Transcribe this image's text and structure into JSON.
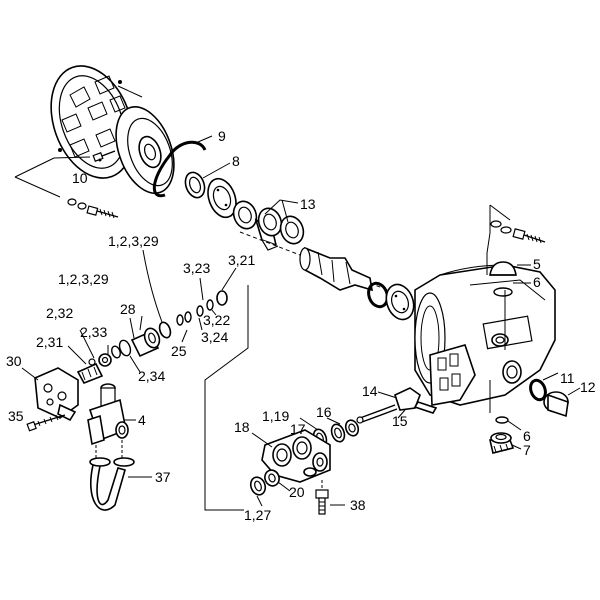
{
  "diagram": {
    "callouts": {
      "c9": "9",
      "c8": "8",
      "c10": "10",
      "c13": "13",
      "c1_2_3_29a": "1,2,3,29",
      "c3_23": "3,23",
      "c3_21": "3,21",
      "c1_2_3_29b": "1,2,3,29",
      "c28": "28",
      "c2_32": "2,32",
      "c2_33": "2,33",
      "c2_31": "2,31",
      "c3_22": "3,22",
      "c25": "25",
      "c3_24": "3,24",
      "c2_34": "2,34",
      "c30": "30",
      "c5": "5",
      "c6a": "6",
      "c35": "35",
      "c4": "4",
      "c14": "14",
      "c11": "11",
      "c12": "12",
      "c1_19": "1,19",
      "c16": "16",
      "c18": "18",
      "c17": "17",
      "c15": "15",
      "c6b": "6",
      "c7": "7",
      "c37": "37",
      "c20": "20",
      "c1_27": "1,27",
      "c38": "38"
    }
  }
}
